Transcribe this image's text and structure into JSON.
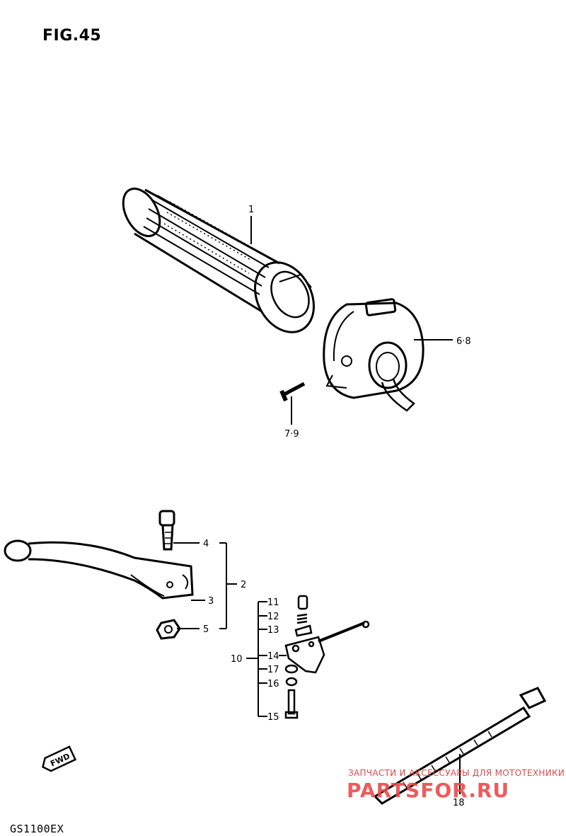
{
  "figure": {
    "title": "FIG.45",
    "model": "GS1100EX"
  },
  "callouts": {
    "c1": "1",
    "c2": "2",
    "c3": "3",
    "c4": "4",
    "c5": "5",
    "c68": "6·8",
    "c79": "7·9",
    "c10": "10",
    "c11": "11",
    "c12": "12",
    "c13": "13",
    "c14": "14",
    "c15": "15",
    "c16": "16",
    "c17": "17",
    "c18": "18"
  },
  "fwd": {
    "label": "FWD"
  },
  "watermark": {
    "top": "ЗАПЧАСТИ И АКСЕССУАРЫ ДЛЯ МОТОТЕХНИКИ",
    "brand": "PARTSFOR.RU",
    "color": "#ec4a4a"
  }
}
